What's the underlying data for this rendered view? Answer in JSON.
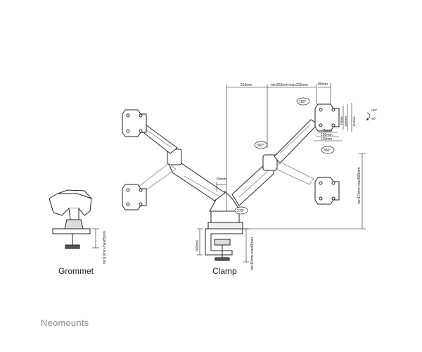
{
  "captions": {
    "grommet": "Grommet",
    "clamp": "Clamp"
  },
  "brand": "Neomounts",
  "dimensions": {
    "width_210": "210mm",
    "width_range": "min255mm-max315mm",
    "pole_width": "50mm",
    "vesa_80": "80mm",
    "vesa_75w": "75mm",
    "vesa_100w": "100mm",
    "vesa_115w": "115mm",
    "vesa_75h": "75mm",
    "vesa_100h": "100mm",
    "vesa_115h": "115mm",
    "height_range": "min170mm-max505mm",
    "clamp_depth": "100mm",
    "clamp_range": "min10mm-max85mm",
    "grommet_range": "min10mm-max85mm"
  },
  "rotations": {
    "rot_180": "180°",
    "rot_360_arm": "360°",
    "rot_360_plate": "360°",
    "rot_270": "270°",
    "tilt_up": "+90°",
    "tilt_down": "-90°"
  },
  "colors": {
    "line": "#222222",
    "fill": "#ffffff",
    "grey": "#9a9a9a"
  }
}
